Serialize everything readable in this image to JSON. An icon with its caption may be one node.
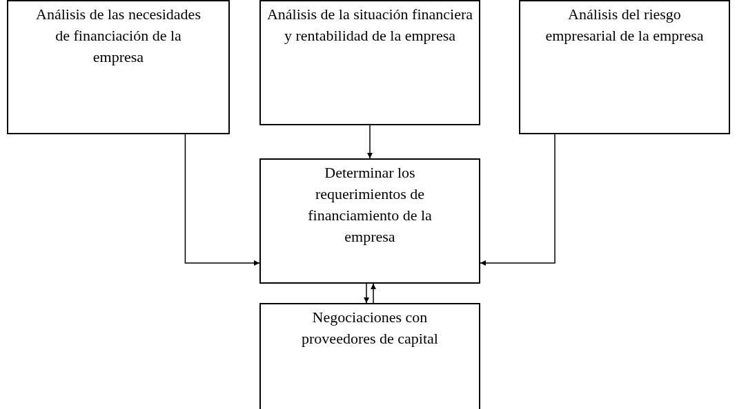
{
  "diagram": {
    "nodes": [
      {
        "text": [
          "Análisis de las necesidades de financiación de la empresa"
        ]
      },
      {
        "text": [
          "Análisis de la situación financiera y rentabilidad de la empresa"
        ]
      },
      {
        "text": [
          "Análisis del riesgo empresarial de la empresa"
        ]
      },
      {
        "text": [
          "Determinar los requerimientos de financiamiento de la empresa"
        ]
      },
      {
        "text": [
          "Negociaciones con proveedores de capital"
        ]
      }
    ],
    "edges": [
      {
        "from": 0,
        "to": 3,
        "arrow": "to"
      },
      {
        "from": 1,
        "to": 3,
        "arrow": "to"
      },
      {
        "from": 2,
        "to": 3,
        "arrow": "to"
      },
      {
        "from": 3,
        "to": 4,
        "arrow": "to"
      },
      {
        "from": 4,
        "to": 3,
        "arrow": "to"
      }
    ]
  }
}
